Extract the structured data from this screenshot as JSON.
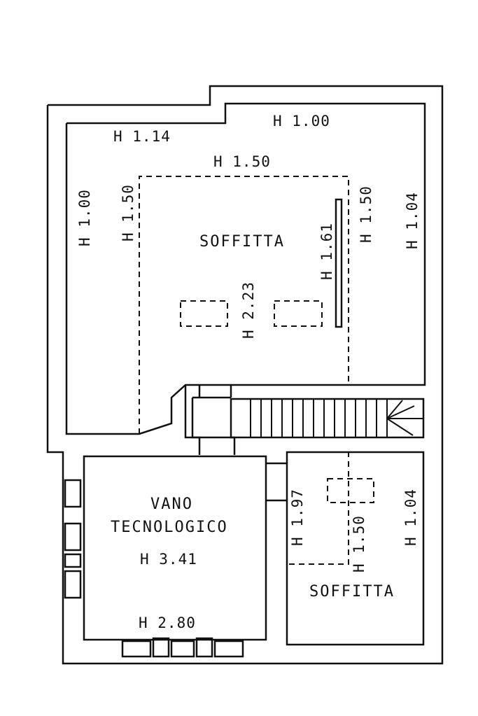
{
  "plan": {
    "rooms": {
      "soffitta_main": "SOFFITTA",
      "soffitta_small": "SOFFITTA",
      "vano_line1": "VANO",
      "vano_line2": "TECNOLOGICO",
      "vano_height": "H  3.41"
    },
    "heights": {
      "h_114": "H  1.14",
      "h_100_top": "H  1.00",
      "h_150_top": "H  1.50",
      "h_100_left": "H 1.00",
      "h_150_left": "H 1.50",
      "h_150_right": "H 1.50",
      "h_104_right": "H 1.04",
      "h_161": "H 1.61",
      "h_223": "H 2.23",
      "h_280": "H  2.80",
      "h_197": "H 1.97",
      "h_150_small": "H 1.50",
      "h_104_small": "H 1.04"
    }
  }
}
